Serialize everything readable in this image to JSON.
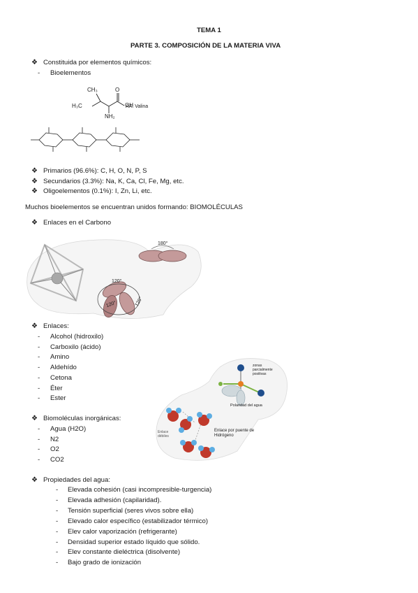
{
  "header": {
    "title": "TEMA 1",
    "subtitle": "PARTE 3. COMPOSICIÓN DE LA MATERIA VIVA"
  },
  "section1": {
    "bullet": "❖",
    "heading": "Constituida por elementos químicos:",
    "sub_dash": "-",
    "sub_item": "Bioelementos"
  },
  "valine": {
    "ch3": "CH₃",
    "o": "O",
    "h3c": "H₃C",
    "oh": "OH",
    "nh2": "NH₂",
    "caption": "AA: Valina"
  },
  "element_list": [
    "Primarios (96.6%): C, H, O, N, P, S",
    "Secundarios (3.3%): Na, K, Ca, Cl, Fe, Mg, etc.",
    "Oligoelementos (0.1%): I, Zn, Li, etc."
  ],
  "biomolecules_line": "Muchos bioelementos se encuentran unidos formando: BIOMOLÉCULAS",
  "carbon": {
    "heading": "Enlaces en el Carbono",
    "angle_180": "180°",
    "angle_120a": "120°",
    "angle_120b": "120°",
    "angle_120c": "120°"
  },
  "bonds": {
    "heading": "Enlaces:",
    "items": [
      "Alcohol (hidroxilo)",
      "Carboxilo (ácido)",
      "Amino",
      "Aldehído",
      "Cetona",
      "Éter",
      "Ester"
    ]
  },
  "water_figure": {
    "zones_label": "zonas parcialmente positivas",
    "polarity_label": "Polaridad del agua",
    "hbond_label": "Enlace por puente de Hidrógeno",
    "covalent_label": "Enlace débiles",
    "colors": {
      "oxygen": "#c0392b",
      "hydrogen": "#5dade2",
      "blue": "#1f4e8c",
      "green": "#7cb342"
    }
  },
  "inorganic": {
    "heading": "Biomoléculas inorgánicas:",
    "items": [
      "Agua (H2O)",
      "N2",
      "O2",
      "CO2"
    ]
  },
  "water_props": {
    "heading": "Propiedades del agua:",
    "items": [
      "Elevada cohesión (casi incompresible-turgencia)",
      "Elevada adhesión (capilaridad).",
      "Tensión superficial (seres vivos sobre ella)",
      "Elevado calor específico (estabilizador térmico)",
      "Elev calor vaporización (refrigerante)",
      "Densidad superior estado líquido que sólido.",
      "Elev constante dieléctrica (disolvente)",
      "Bajo grado de ionización"
    ]
  }
}
